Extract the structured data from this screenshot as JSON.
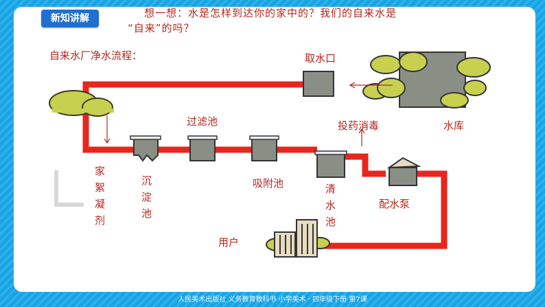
{
  "badge": "新知讲解",
  "question": {
    "line1": "想一想：水是怎样到达你的家中的？我们的自来水是",
    "line2": "“自来”的吗？"
  },
  "diagram": {
    "title": "自来水厂净水流程：",
    "labels": {
      "intake": "取水口",
      "reservoir": "水库",
      "coagulant": "家\n絮\n凝\n剂",
      "sedimentation": "沉\n淀\n池",
      "filter": "过滤池",
      "adsorption": "吸附池",
      "disinfect": "投药消毒",
      "clear_water": "清\n水\n池",
      "pump": "配水泵",
      "user": "用户"
    }
  },
  "colors": {
    "pipe": "#e8261b",
    "tank": "#8a8f86",
    "bush": "#c8d050",
    "text_red": "#b8261c",
    "badge": "#1f6fd1"
  },
  "footer": "人民美术出版社 义务教育教科书 小学美术 · 四年级下册 第7课"
}
